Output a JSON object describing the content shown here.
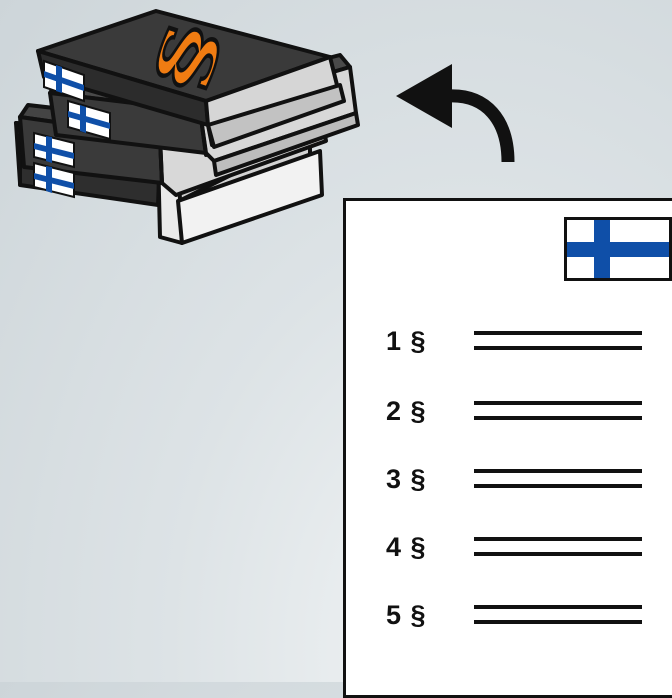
{
  "illustration": {
    "books_icon": "stack-of-law-books-icon",
    "paragraph_symbol": "§",
    "arrow_icon": "curved-arrow-up-left-icon",
    "flag_icon": "finnish-flag-icon"
  },
  "document": {
    "sections": [
      {
        "label": "1 §"
      },
      {
        "label": "2 §"
      },
      {
        "label": "3 §"
      },
      {
        "label": "4 §"
      },
      {
        "label": "5 §"
      }
    ]
  },
  "colors": {
    "book_cover": "#3c3c3c",
    "book_pages": "#cfcfcf",
    "paragraph_sign": "#f07c12",
    "flag_blue": "#0f4fa8",
    "flag_white": "#ffffff",
    "outline": "#111111"
  }
}
